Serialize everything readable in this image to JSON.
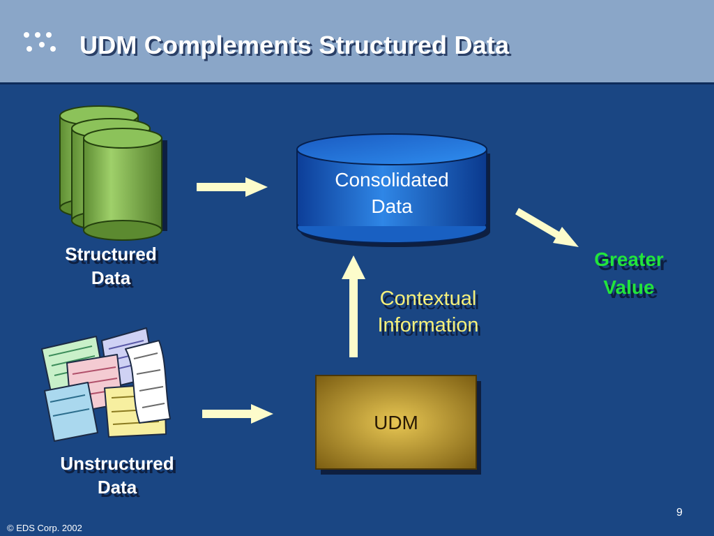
{
  "slide": {
    "title": "UDM Complements Structured Data",
    "footer": "© EDS Corp. 2002",
    "page_number": "9"
  },
  "diagram": {
    "structured": {
      "line1": "Structured",
      "line2": "Data"
    },
    "unstructured": {
      "line1": "Unstructured",
      "line2": "Data"
    },
    "consolidated": {
      "line1": "Consolidated",
      "line2": "Data"
    },
    "contextual": {
      "line1": "Contextual",
      "line2": "Information"
    },
    "udm": {
      "label": "UDM"
    },
    "greater": {
      "line1": "Greater",
      "line2": "Value"
    }
  },
  "colors": {
    "background": "#1a4683",
    "header": "#8aa6c8",
    "structured_cylinders": "#7fb04e",
    "consolidated_cylinder": "#1f6fd0",
    "udm_box": "#9a7a1e",
    "arrows": "#fdfccb",
    "greater_value": "#22e53b",
    "contextual_text": "#f6f07a"
  },
  "icons": {
    "header_bullet": "six-dots-icon",
    "structured": "database-stack-icon",
    "unstructured": "paper-documents-icon"
  }
}
